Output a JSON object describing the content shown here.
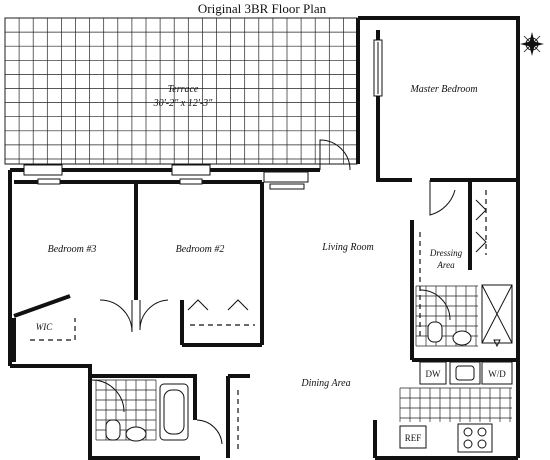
{
  "title": "Original 3BR Floor Plan",
  "rooms": {
    "terrace": "Terrace",
    "terrace_size": "30'-2\" x 12'-3\"",
    "master_bedroom": "Master Bedroom",
    "bedroom3": "Bedroom #3",
    "bedroom2": "Bedroom #2",
    "living_room": "Living Room",
    "dressing": "Dressing",
    "dressing_area": "Area",
    "wic": "WIC",
    "dining_area": "Dining Area"
  },
  "appliances": {
    "dw": "DW",
    "wd": "W/D",
    "ref": "REF"
  },
  "compass_icon": "compass-rose-icon"
}
